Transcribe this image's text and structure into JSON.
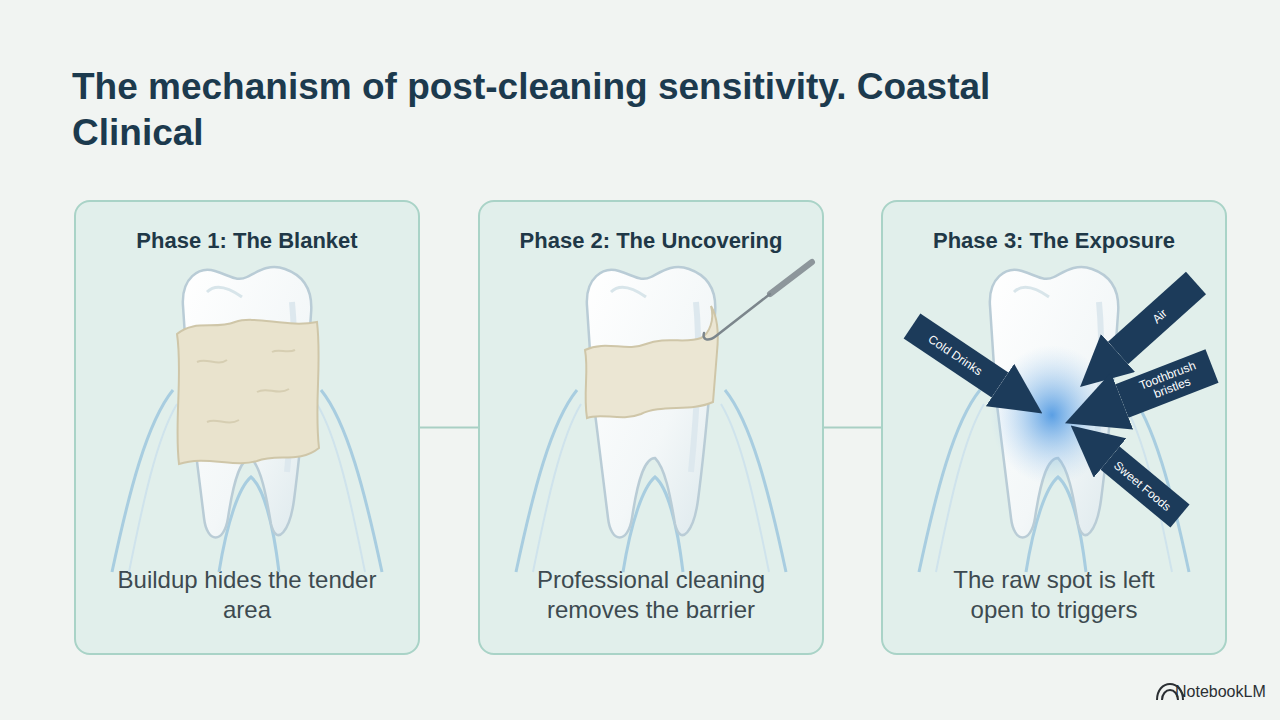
{
  "diagram": {
    "title": "The mechanism of post-cleaning sensitivity. Coastal Clinical",
    "nodes": [
      {
        "text": [
          "Phase 1: The Blanket",
          "Buildup hides the tender area"
        ]
      },
      {
        "text": [
          "Phase 2: The Uncovering",
          "Professional cleaning removes the barrier"
        ]
      },
      {
        "text": [
          "Phase 3: The Exposure",
          "The raw spot is left open to triggers"
        ]
      }
    ],
    "edges": [
      {
        "from": 0,
        "to": 1,
        "arrow": "none"
      },
      {
        "from": 1,
        "to": 2,
        "arrow": "none"
      }
    ],
    "labels": [
      "Cold Drinks",
      "Air",
      "Toothbrush bristles",
      "Sweet Foods",
      "NotebookLM"
    ]
  }
}
